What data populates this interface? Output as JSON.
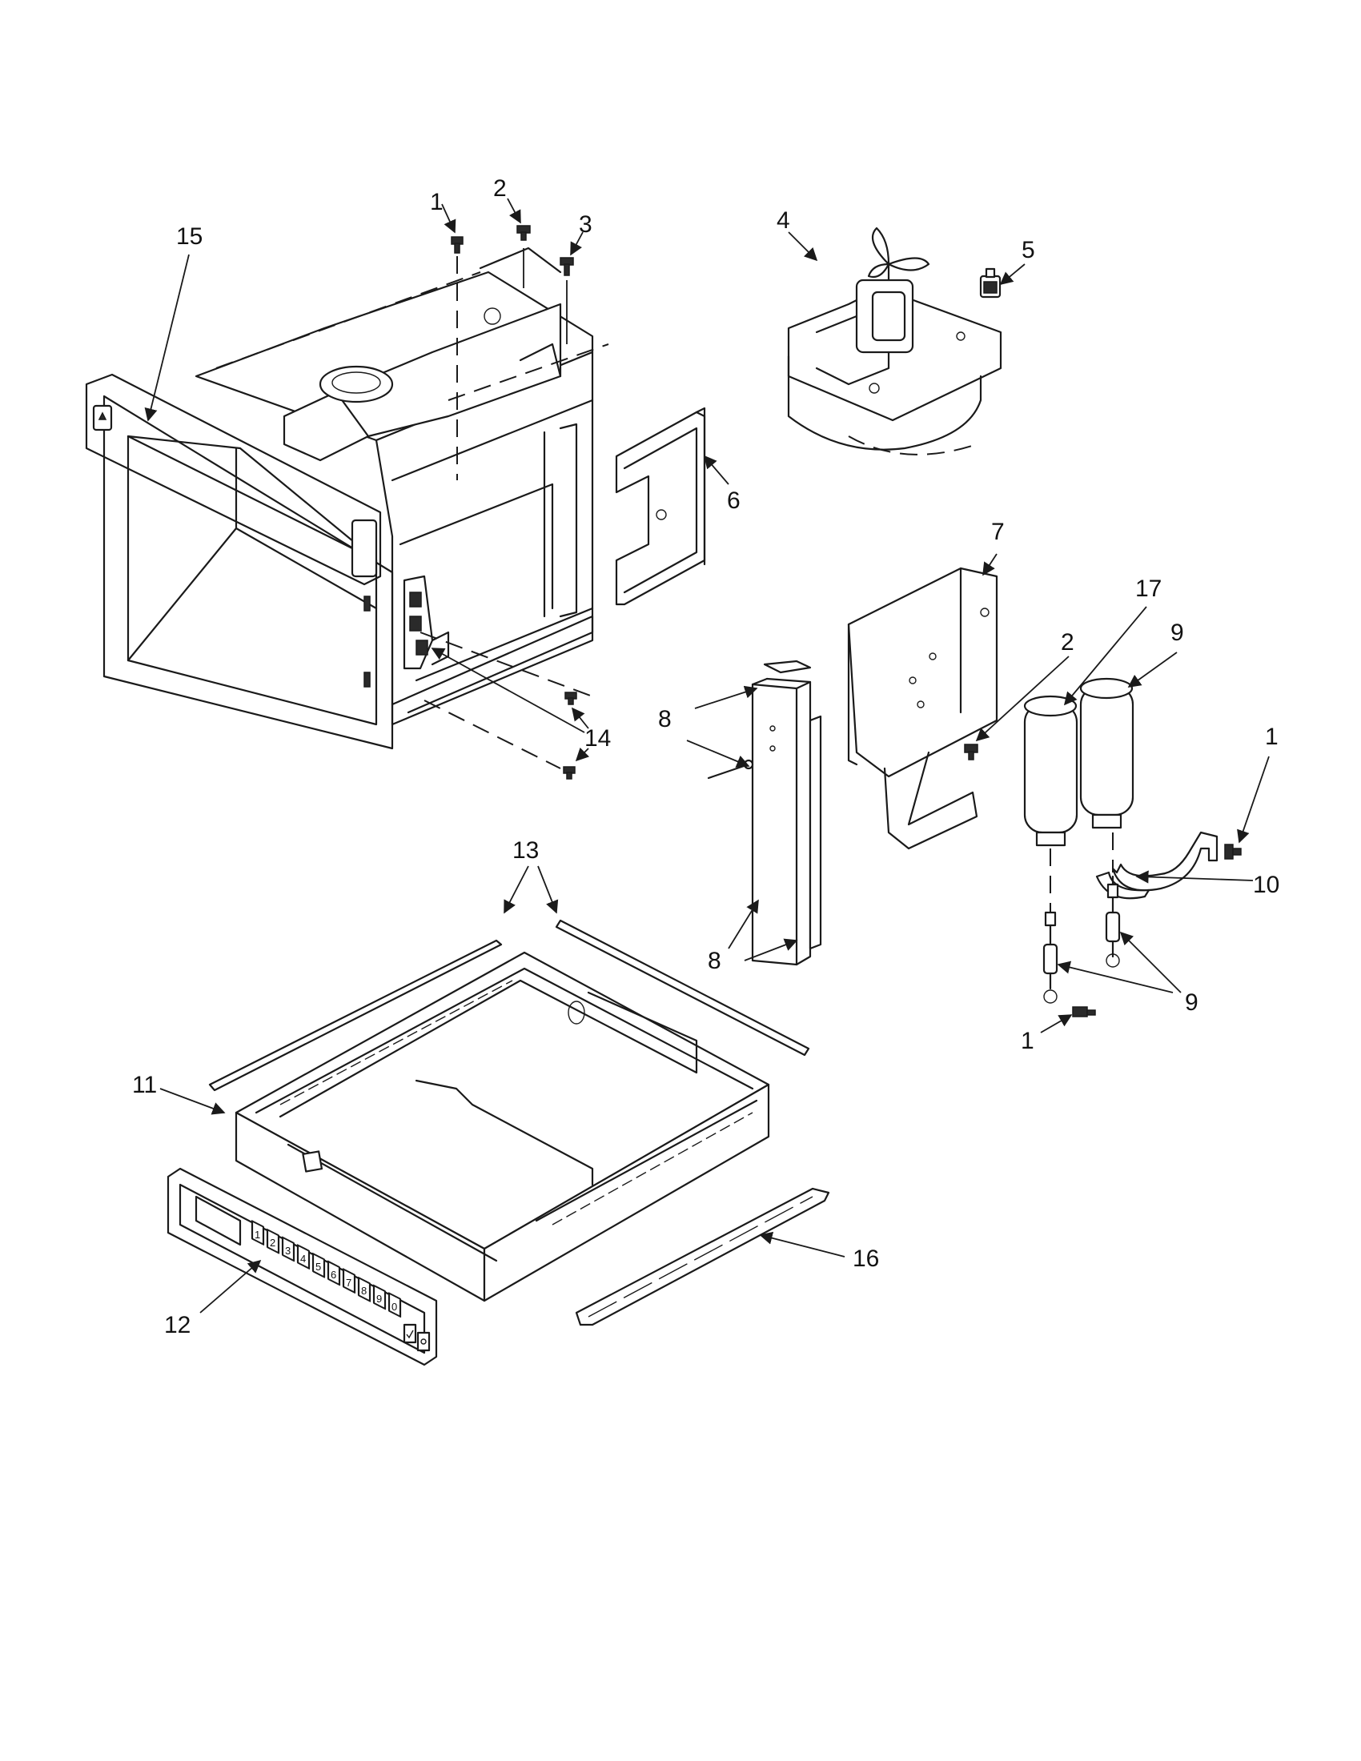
{
  "diagram": {
    "callouts": [
      {
        "id": "c1a",
        "text": "1"
      },
      {
        "id": "c2a",
        "text": "2"
      },
      {
        "id": "c3",
        "text": "3"
      },
      {
        "id": "c4",
        "text": "4"
      },
      {
        "id": "c5",
        "text": "5"
      },
      {
        "id": "c6",
        "text": "6"
      },
      {
        "id": "c7",
        "text": "7"
      },
      {
        "id": "c8a",
        "text": "8"
      },
      {
        "id": "c8b",
        "text": "8"
      },
      {
        "id": "c9a",
        "text": "9"
      },
      {
        "id": "c9b",
        "text": "9"
      },
      {
        "id": "c10",
        "text": "10"
      },
      {
        "id": "c11",
        "text": "11"
      },
      {
        "id": "c12",
        "text": "12"
      },
      {
        "id": "c13",
        "text": "13"
      },
      {
        "id": "c14",
        "text": "14"
      },
      {
        "id": "c15",
        "text": "15"
      },
      {
        "id": "c16",
        "text": "16"
      },
      {
        "id": "c17",
        "text": "17"
      },
      {
        "id": "c2b",
        "text": "2"
      },
      {
        "id": "c1b",
        "text": "1"
      },
      {
        "id": "c1c",
        "text": "1"
      }
    ],
    "keypad_keys": [
      "1",
      "2",
      "3",
      "4",
      "5",
      "6",
      "7",
      "8",
      "9",
      "0"
    ]
  }
}
